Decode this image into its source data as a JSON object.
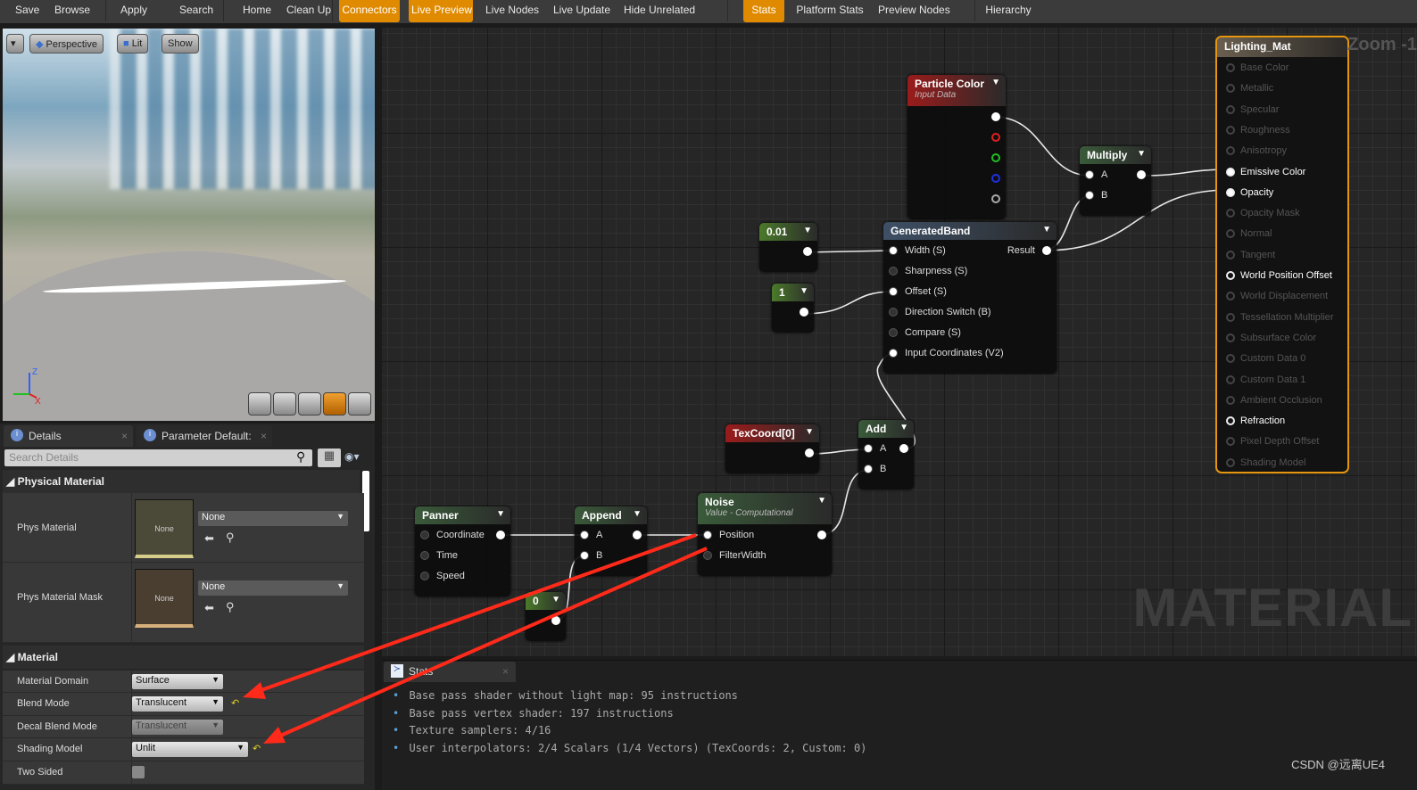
{
  "toolbar": {
    "items": [
      {
        "label": "Save",
        "active": false
      },
      {
        "label": "Browse",
        "active": false
      },
      {
        "label": "Apply",
        "active": false
      },
      {
        "label": "Search",
        "active": false
      },
      {
        "label": "Home",
        "active": false
      },
      {
        "label": "Clean Up",
        "active": false
      },
      {
        "label": "Connectors",
        "active": true
      },
      {
        "label": "Live Preview",
        "active": true
      },
      {
        "label": "Live Nodes",
        "active": false
      },
      {
        "label": "Live Update",
        "active": false
      },
      {
        "label": "Hide Unrelated",
        "active": false
      },
      {
        "label": "Stats",
        "active": true
      },
      {
        "label": "Platform Stats",
        "active": false
      },
      {
        "label": "Preview Nodes",
        "active": false
      },
      {
        "label": "Hierarchy",
        "active": false
      }
    ],
    "accent": "#e08a00"
  },
  "viewport": {
    "perspective": "Perspective",
    "lit": "Lit",
    "show": "Show",
    "axis_z": "Z",
    "axis_x": "X"
  },
  "details": {
    "tabs": [
      {
        "label": "Details"
      },
      {
        "label": "Parameter Default:"
      }
    ],
    "search_placeholder": "Search Details",
    "sections": {
      "physical": "Physical Material",
      "material": "Material"
    },
    "phys_material": {
      "label": "Phys Material",
      "thumb": "None",
      "value": "None"
    },
    "phys_material_mask": {
      "label": "Phys Material Mask",
      "thumb": "None",
      "value": "None"
    },
    "props": [
      {
        "label": "Material Domain",
        "value": "Surface"
      },
      {
        "label": "Blend Mode",
        "value": "Translucent"
      },
      {
        "label": "Decal Blend Mode",
        "value": "Translucent"
      },
      {
        "label": "Shading Model",
        "value": "Unlit"
      },
      {
        "label": "Two Sided",
        "value": ""
      }
    ]
  },
  "graph": {
    "zoom": "Zoom -1",
    "watermark": "MATERIAL",
    "nodes": [
      {
        "id": "particle",
        "title": "Particle Color",
        "subtitle": "Input Data",
        "header": "#9b1b1b",
        "inputs": [],
        "outputs": [
          {
            "label": "",
            "color": "#ffffff"
          },
          {
            "label": "",
            "color": "#e02020"
          },
          {
            "label": "",
            "color": "#20c020"
          },
          {
            "label": "",
            "color": "#2030e0"
          },
          {
            "label": "",
            "color": "#aaaaaa"
          }
        ]
      },
      {
        "id": "multiply",
        "title": "Multiply",
        "header": "#3a5a3a",
        "inputs": [
          {
            "label": "A"
          },
          {
            "label": "B"
          }
        ],
        "outputs": [
          {
            "label": "",
            "color": "#ffffff"
          }
        ]
      },
      {
        "id": "band",
        "title": "GeneratedBand",
        "header": "#3e5066",
        "inputs": [
          {
            "label": "Width (S)"
          },
          {
            "label": "Sharpness (S)"
          },
          {
            "label": "Offset (S)"
          },
          {
            "label": "Direction Switch (B)"
          },
          {
            "label": "Compare (S)"
          },
          {
            "label": "Input Coordinates (V2)"
          }
        ],
        "outputs": [
          {
            "label": "Result",
            "color": "#ffffff"
          }
        ]
      },
      {
        "id": "c001",
        "title": "0.01",
        "header": "#4b7a2a",
        "inputs": [],
        "outputs": [
          {
            "label": "",
            "color": "#ffffff"
          }
        ]
      },
      {
        "id": "c1",
        "title": "1",
        "header": "#4b7a2a",
        "inputs": [],
        "outputs": [
          {
            "label": "",
            "color": "#ffffff"
          }
        ]
      },
      {
        "id": "texcoord",
        "title": "TexCoord[0]",
        "header": "#9b1b1b",
        "inputs": [],
        "outputs": [
          {
            "label": "",
            "color": "#ffffff"
          }
        ]
      },
      {
        "id": "add",
        "title": "Add",
        "header": "#3a5a3a",
        "inputs": [
          {
            "label": "A"
          },
          {
            "label": "B"
          }
        ],
        "outputs": [
          {
            "label": "",
            "color": "#ffffff"
          }
        ]
      },
      {
        "id": "panner",
        "title": "Panner",
        "header": "#3a5a3a",
        "inputs": [
          {
            "label": "Coordinate"
          },
          {
            "label": "Time"
          },
          {
            "label": "Speed"
          }
        ],
        "outputs": [
          {
            "label": "",
            "color": "#ffffff"
          }
        ]
      },
      {
        "id": "append",
        "title": "Append",
        "header": "#3a5a3a",
        "inputs": [
          {
            "label": "A"
          },
          {
            "label": "B"
          }
        ],
        "outputs": [
          {
            "label": "",
            "color": "#ffffff"
          }
        ]
      },
      {
        "id": "c0",
        "title": "0",
        "header": "#4b7a2a",
        "inputs": [],
        "outputs": [
          {
            "label": "",
            "color": "#ffffff"
          }
        ]
      },
      {
        "id": "noise",
        "title": "Noise",
        "subtitle": "Value - Computational",
        "header": "#3a5a3a",
        "inputs": [
          {
            "label": "Position"
          },
          {
            "label": "FilterWidth"
          }
        ],
        "outputs": [
          {
            "label": "",
            "color": "#ffffff"
          }
        ]
      }
    ],
    "result_node": {
      "title": "Lighting_Mat",
      "pins": [
        {
          "label": "Base Color",
          "active": false
        },
        {
          "label": "Metallic",
          "active": false
        },
        {
          "label": "Specular",
          "active": false
        },
        {
          "label": "Roughness",
          "active": false
        },
        {
          "label": "Anisotropy",
          "active": false
        },
        {
          "label": "Emissive Color",
          "active": true,
          "connected": true
        },
        {
          "label": "Opacity",
          "active": true,
          "connected": true
        },
        {
          "label": "Opacity Mask",
          "active": false
        },
        {
          "label": "Normal",
          "active": false
        },
        {
          "label": "Tangent",
          "active": false
        },
        {
          "label": "World Position Offset",
          "active": true
        },
        {
          "label": "World Displacement",
          "active": false
        },
        {
          "label": "Tessellation Multiplier",
          "active": false
        },
        {
          "label": "Subsurface Color",
          "active": false
        },
        {
          "label": "Custom Data 0",
          "active": false
        },
        {
          "label": "Custom Data 1",
          "active": false
        },
        {
          "label": "Ambient Occlusion",
          "active": false
        },
        {
          "label": "Refraction",
          "active": true
        },
        {
          "label": "Pixel Depth Offset",
          "active": false
        },
        {
          "label": "Shading Model",
          "active": false
        }
      ]
    }
  },
  "stats": {
    "tab": "Stats",
    "lines": [
      "Base pass shader without light map: 95 instructions",
      "Base pass vertex shader: 197 instructions",
      "Texture samplers: 4/16",
      "User interpolators: 2/4 Scalars (1/4 Vectors) (TexCoords: 2, Custom: 0)"
    ]
  },
  "annotation_color": "#ff2a1a",
  "credit": "CSDN @远离UE4"
}
